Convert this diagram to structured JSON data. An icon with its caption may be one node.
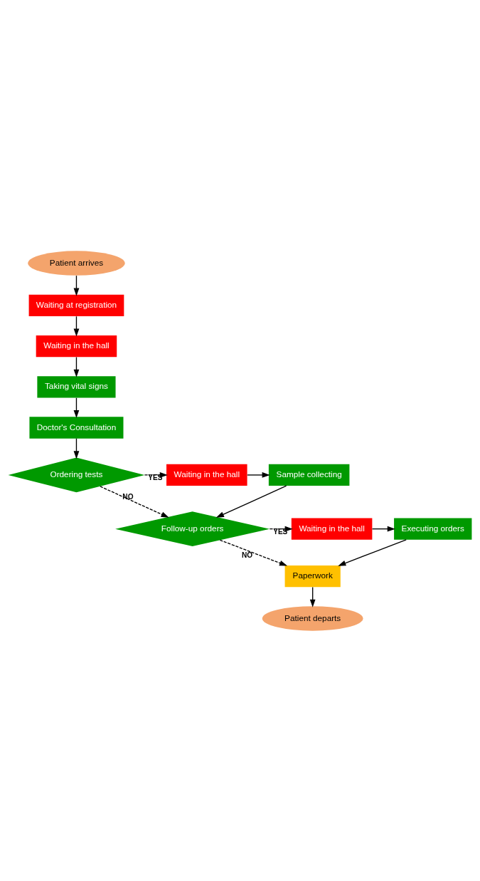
{
  "diagram": {
    "nodes": [
      {
        "text": [
          "Patient arrives"
        ]
      },
      {
        "text": [
          "Waiting at registration"
        ]
      },
      {
        "text": [
          "Waiting in the hall"
        ]
      },
      {
        "text": [
          "Taking vital signs"
        ]
      },
      {
        "text": [
          "Doctor's Consultation"
        ]
      },
      {
        "text": [
          "Ordering tests"
        ]
      },
      {
        "text": [
          "Waiting in the hall"
        ]
      },
      {
        "text": [
          "Sample collecting"
        ]
      },
      {
        "text": [
          "Follow-up orders"
        ]
      },
      {
        "text": [
          "Waiting in the hall"
        ]
      },
      {
        "text": [
          "Executing orders"
        ]
      },
      {
        "text": [
          "Paperwork"
        ]
      },
      {
        "text": [
          "Patient departs"
        ]
      }
    ],
    "edges": [
      {
        "from": 0,
        "to": 1,
        "arrow": "to"
      },
      {
        "from": 1,
        "to": 2,
        "arrow": "to"
      },
      {
        "from": 2,
        "to": 3,
        "arrow": "to"
      },
      {
        "from": 3,
        "to": 4,
        "arrow": "to"
      },
      {
        "from": 4,
        "to": 5,
        "arrow": "to"
      },
      {
        "from": 5,
        "to": 6,
        "arrow": "to",
        "label": "YES",
        "style": "dashed"
      },
      {
        "from": 6,
        "to": 7,
        "arrow": "to"
      },
      {
        "from": 7,
        "to": 8,
        "arrow": "to"
      },
      {
        "from": 5,
        "to": 8,
        "arrow": "to",
        "label": "NO",
        "style": "dashed"
      },
      {
        "from": 8,
        "to": 9,
        "arrow": "to",
        "label": "YES",
        "style": "dashed"
      },
      {
        "from": 9,
        "to": 10,
        "arrow": "to"
      },
      {
        "from": 10,
        "to": 11,
        "arrow": "to"
      },
      {
        "from": 8,
        "to": 11,
        "arrow": "to",
        "label": "NO",
        "style": "dashed"
      },
      {
        "from": 11,
        "to": 12,
        "arrow": "to"
      }
    ]
  }
}
